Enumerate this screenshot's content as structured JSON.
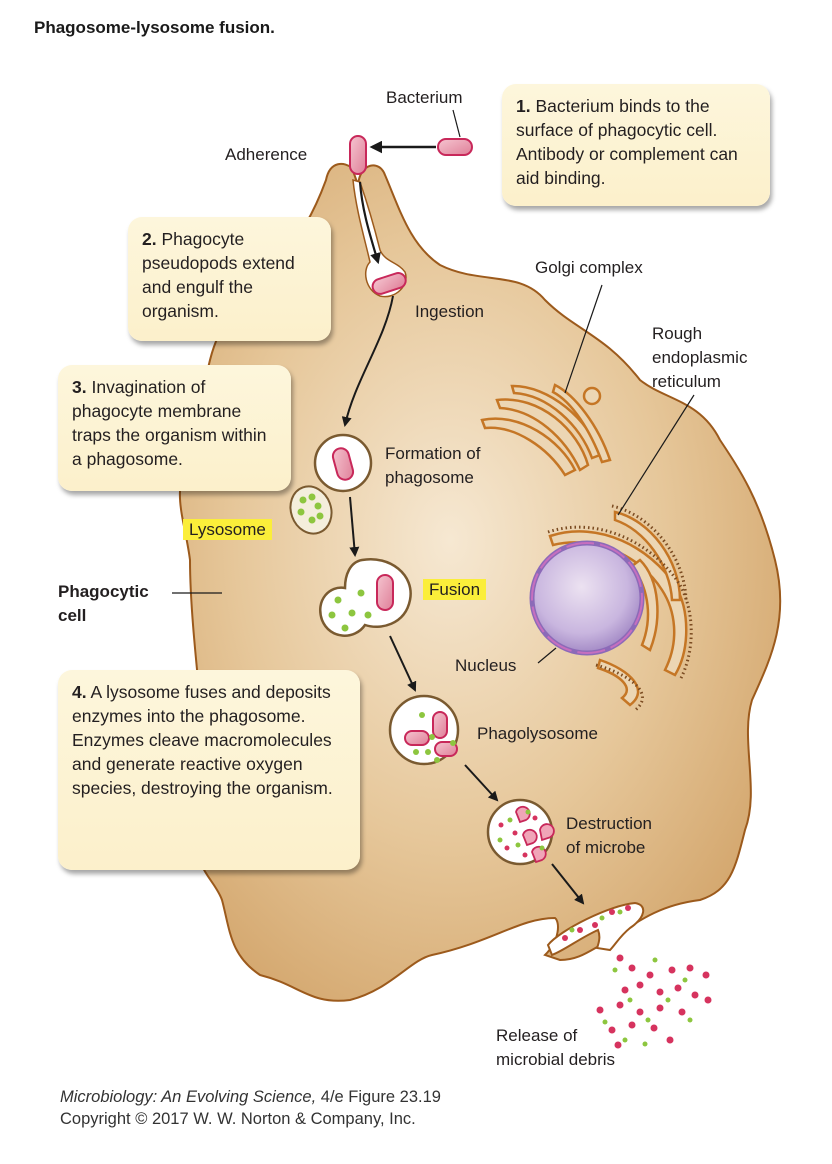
{
  "title": "Phagosome-lysosome fusion.",
  "steps": [
    {
      "number": "1.",
      "text": "Bacterium binds to the surface of phagocytic cell. Antibody or complement can aid binding."
    },
    {
      "number": "2.",
      "text": "Phagocyte pseudopods extend and engulf the organism."
    },
    {
      "number": "3.",
      "text": "Invagination of phagocyte membrane traps the organism within a phagosome."
    },
    {
      "number": "4.",
      "text": "A lysosome fuses and deposits enzymes into the phagosome. Enzymes cleave macromolecules and generate reactive oxygen species, destroying the organism."
    }
  ],
  "labels": {
    "bacterium": "Bacterium",
    "adherence": "Adherence",
    "ingestion": "Ingestion",
    "golgi": "Golgi complex",
    "rer_line1": "Rough",
    "rer_line2": "endoplasmic",
    "rer_line3": "reticulum",
    "formation_line1": "Formation of",
    "formation_line2": "phagosome",
    "lysosome": "Lysosome",
    "fusion": "Fusion",
    "phagocytic_line1": "Phagocytic",
    "phagocytic_line2": "cell",
    "nucleus": "Nucleus",
    "phagolysosome": "Phagolysosome",
    "destruction_line1": "Destruction",
    "destruction_line2": "of microbe",
    "release_line1": "Release of",
    "release_line2": "microbial debris"
  },
  "caption": {
    "book": "Microbiology: An Evolving Science,",
    "edition": " 4/e  Figure 23.19",
    "copyright": "Copyright © 2017 W. W. Norton & Company, Inc."
  },
  "colors": {
    "cell_fill": "#e2c08f",
    "cell_outline": "#9c5a1c",
    "bacterium": "#e38aa0",
    "bacterium_outline": "#c8285a",
    "enzyme": "#8dc63f",
    "nucleus": "#c9b6df",
    "highlight": "#fbee3a",
    "box": "#fcf2d0"
  }
}
